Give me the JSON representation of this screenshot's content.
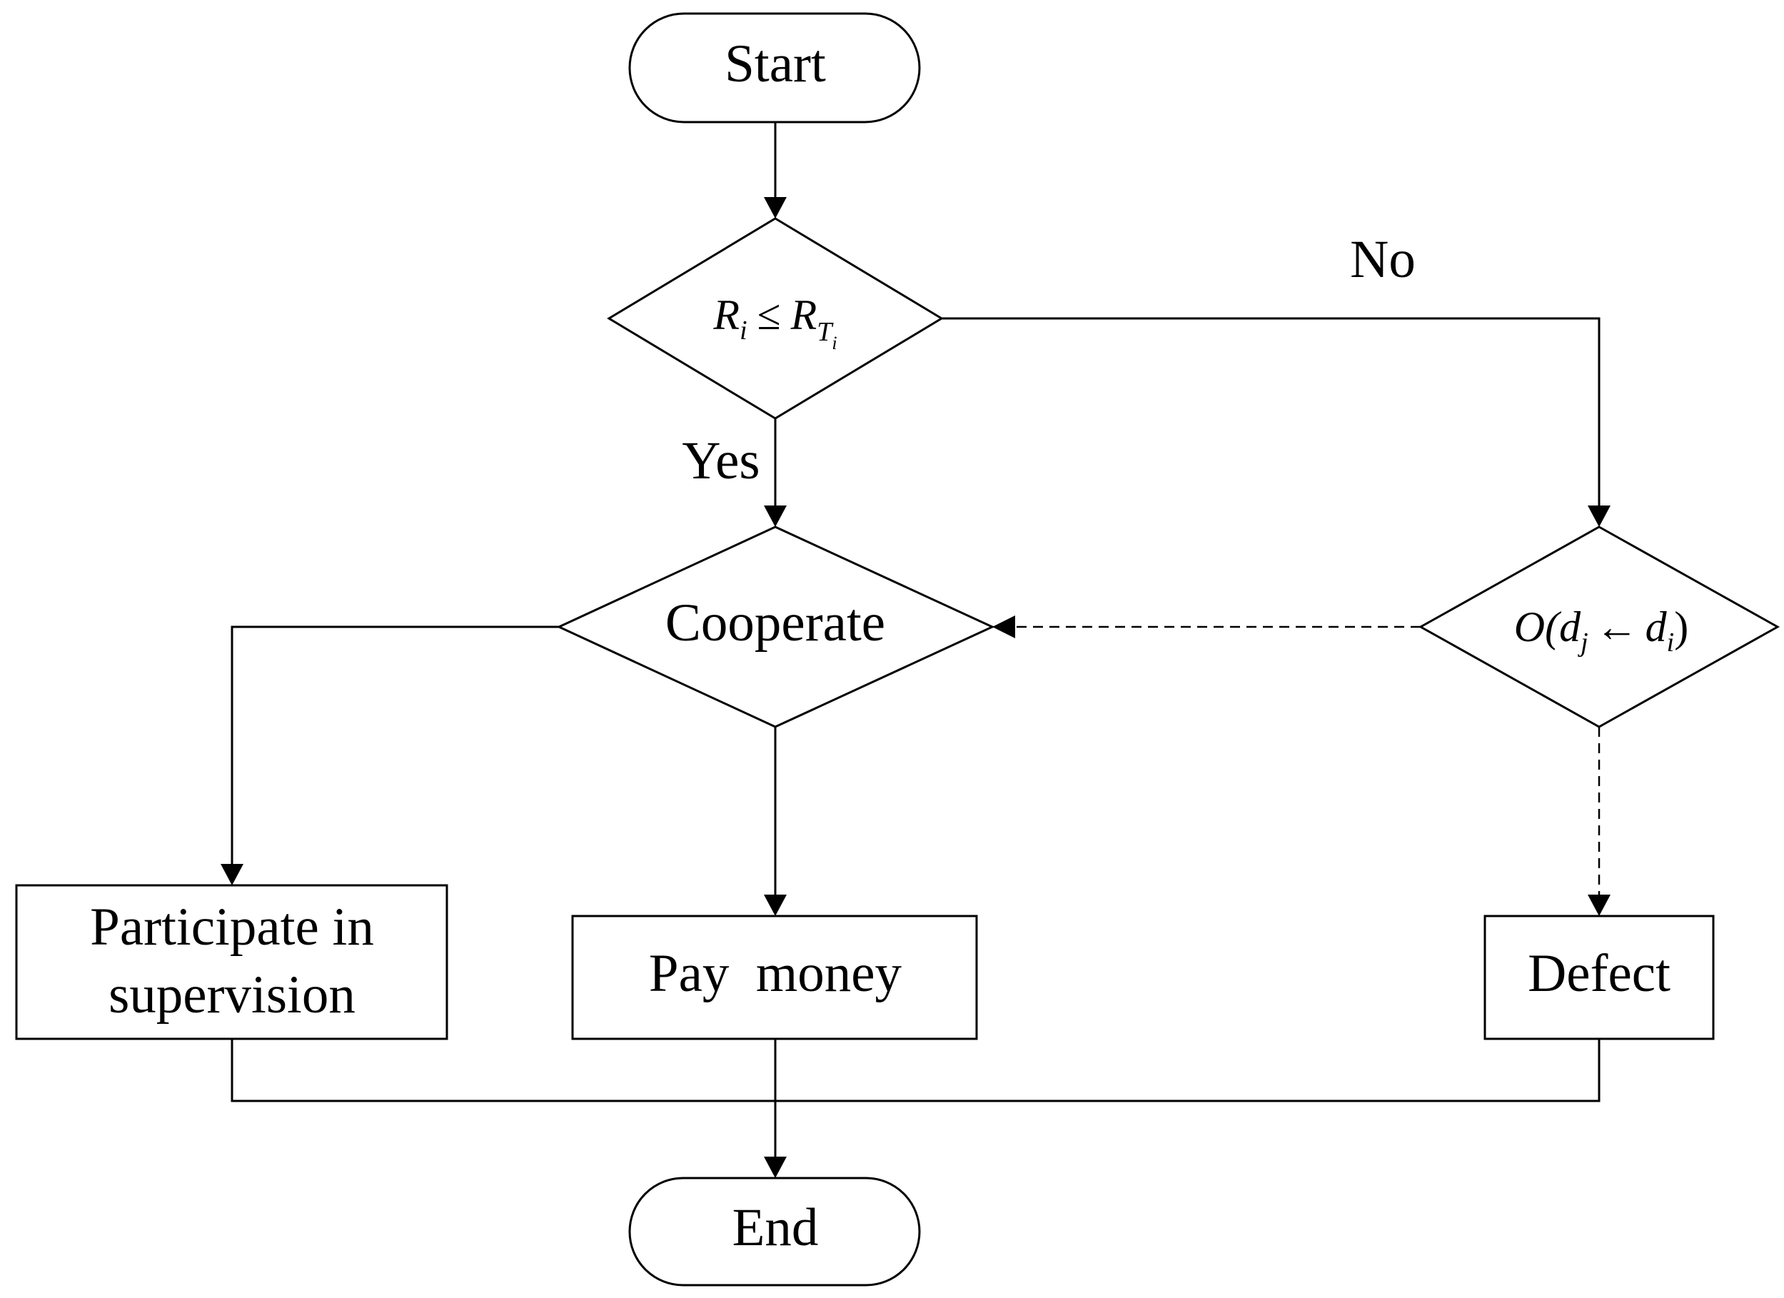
{
  "nodes": {
    "start": "Start",
    "condition": {
      "lhs": "R",
      "lhs_sub": "i",
      "op": "≤",
      "rhs": "R",
      "rhs_sub": "T",
      "rhs_subsub": "i"
    },
    "cooperate": "Cooperate",
    "opinion": {
      "prefix": "O(",
      "a": "d",
      "a_sub": "j",
      "arrow": "←",
      "b": "d",
      "b_sub": "i",
      "suffix": ")"
    },
    "participate": [
      "Participate in",
      "supervision"
    ],
    "pay": "Pay  money",
    "defect": "Defect",
    "end": "End"
  },
  "edges": {
    "yes": "Yes",
    "no": "No"
  }
}
